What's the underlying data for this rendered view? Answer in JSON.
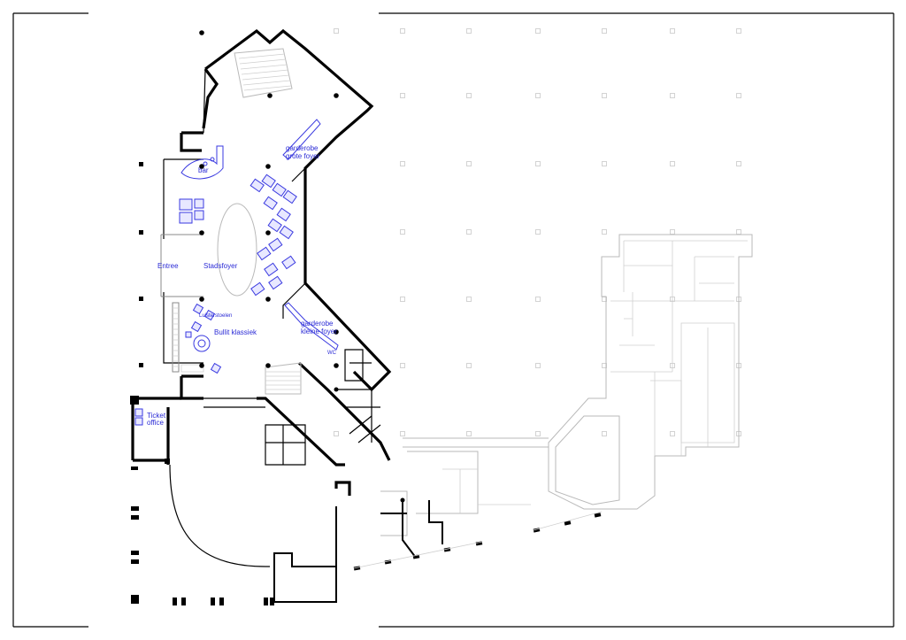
{
  "labels": {
    "bar": "bar",
    "garderobe_grote": [
      "garderobe",
      "grote foyer"
    ],
    "entree": "Entree",
    "stadsfoyer": "Stadsfoyer",
    "luisterstoelen": "Luisterstoelen",
    "bullit": "Bullit klassiek",
    "garderobe_kleine": [
      "garderobe",
      "kleine foyer"
    ],
    "wc": "WC",
    "ticket": [
      "Ticket",
      "office"
    ]
  },
  "colors": {
    "wall": "#000000",
    "furniture": "#2b2bd6",
    "context": "#b9b9b9"
  }
}
